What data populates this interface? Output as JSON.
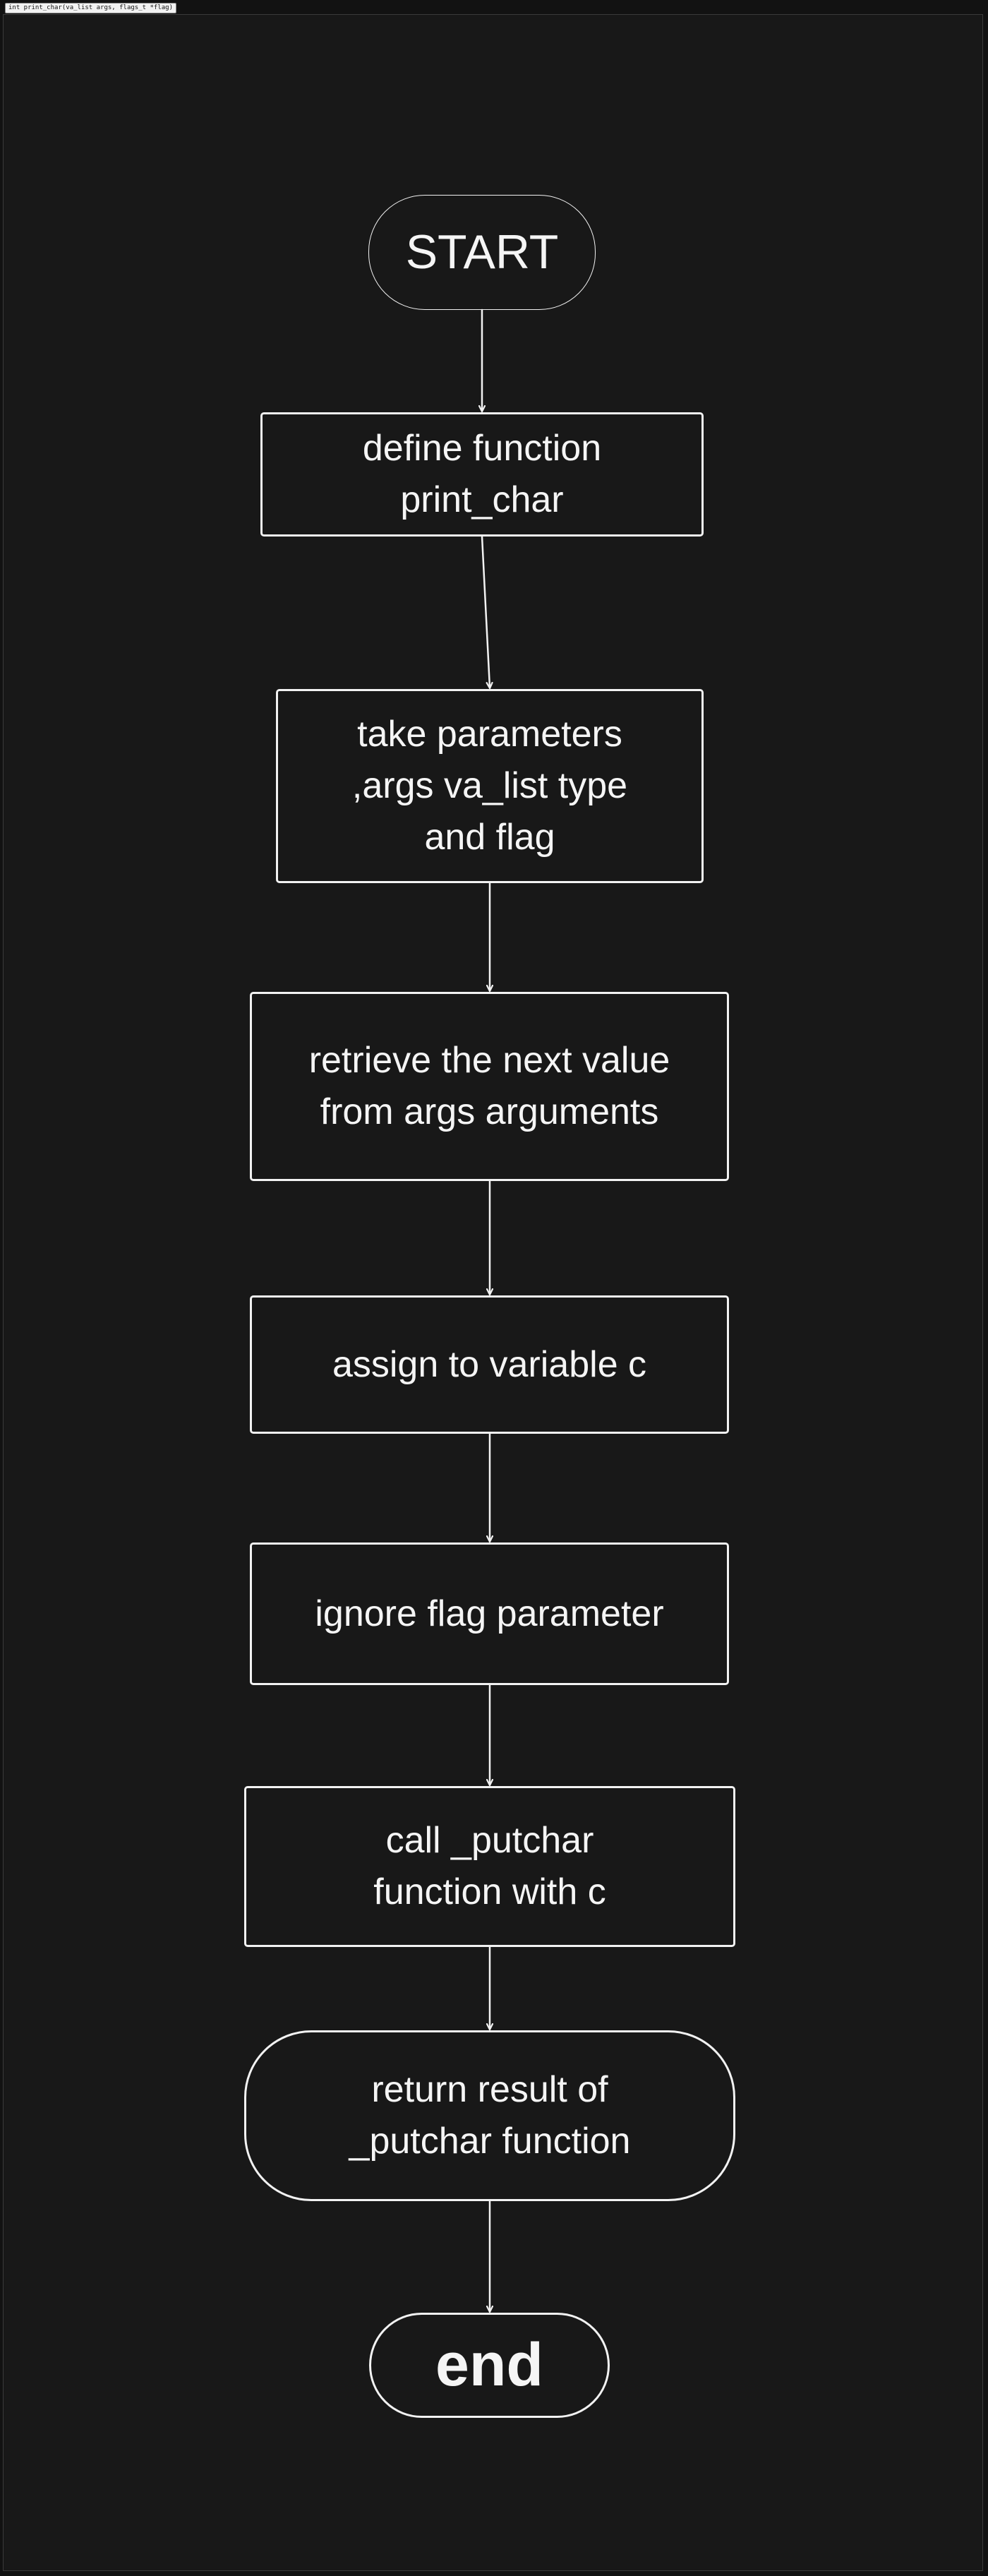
{
  "frame": {
    "title": "int print_char(va_list args, flags_t *flag)"
  },
  "nodes": [
    {
      "id": "start",
      "shape": "terminal",
      "label": "START"
    },
    {
      "id": "define",
      "shape": "process",
      "label": "define function\nprint_char"
    },
    {
      "id": "params",
      "shape": "process",
      "label": "take parameters\n,args va_list type\nand flag"
    },
    {
      "id": "retrieve",
      "shape": "process",
      "label": "retrieve the next value\nfrom args arguments"
    },
    {
      "id": "assign",
      "shape": "process",
      "label": "assign to variable c"
    },
    {
      "id": "ignore",
      "shape": "process",
      "label": "ignore flag parameter"
    },
    {
      "id": "call",
      "shape": "process",
      "label": "call _putchar\nfunction with c"
    },
    {
      "id": "return",
      "shape": "terminal",
      "label": "return result of\n_putchar function"
    },
    {
      "id": "end",
      "shape": "terminal",
      "label": "end"
    }
  ],
  "edges": [
    {
      "from": "start",
      "to": "define"
    },
    {
      "from": "define",
      "to": "params"
    },
    {
      "from": "params",
      "to": "retrieve"
    },
    {
      "from": "retrieve",
      "to": "assign"
    },
    {
      "from": "assign",
      "to": "ignore"
    },
    {
      "from": "ignore",
      "to": "call"
    },
    {
      "from": "call",
      "to": "return"
    },
    {
      "from": "return",
      "to": "end"
    }
  ],
  "colors": {
    "background": "#181818",
    "stroke": "#f2f2f2",
    "text": "#f5f5f5"
  }
}
